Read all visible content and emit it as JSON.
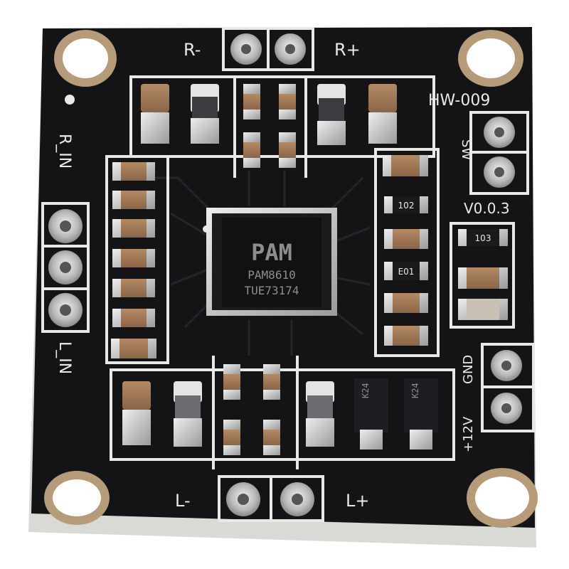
{
  "board": {
    "model": "HW-009",
    "version": "V0.0.3",
    "pcb_color": "#141416",
    "silkscreen_color": "#e9e9e6"
  },
  "chip": {
    "logo": "PAM",
    "part": "PAM8610",
    "lot": "TUE73174"
  },
  "labels": {
    "r_minus": "R-",
    "r_plus": "R+",
    "l_minus": "L-",
    "l_plus": "L+",
    "r_in": "R_IN",
    "l_in": "L_IN",
    "sw": "SW",
    "gnd": "GND",
    "v12": "+12V"
  },
  "resistors": {
    "r1": "102",
    "r2": "103",
    "r3": "E01"
  },
  "diodes": {
    "d1": "K24",
    "d2": "K24"
  }
}
